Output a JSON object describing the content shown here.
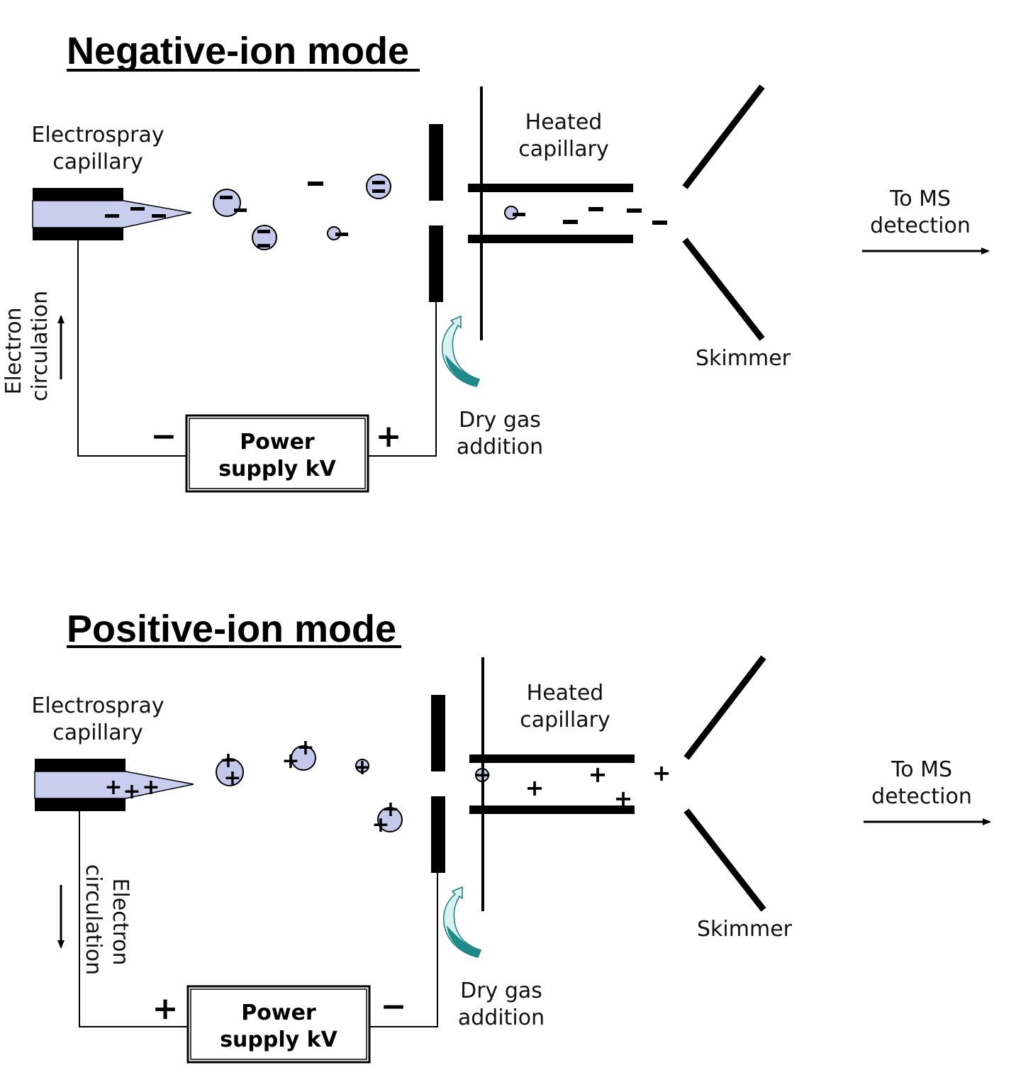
{
  "colors": {
    "liquid": "#c9cdee",
    "droplet": "#c4c8ea",
    "gas_arrow_dark": "#1f8a8a",
    "gas_arrow_light": "#d8f2f2"
  },
  "panels": [
    {
      "title": "Negative-ion mode",
      "labels": {
        "emitter": [
          "Electrospray",
          "capillary"
        ],
        "heated": [
          "Heated",
          "capillary"
        ],
        "ms": [
          "To MS",
          "detection"
        ],
        "skimmer": "Skimmer",
        "gas": [
          "Dry gas",
          "addition"
        ],
        "circulation": [
          "Electron",
          "circulation"
        ],
        "supply": [
          "Power",
          "supply kV"
        ]
      },
      "supply_signs": {
        "left": "−",
        "right": "+"
      },
      "charge_sign": "−"
    },
    {
      "title": "Positive-ion mode",
      "labels": {
        "emitter": [
          "Electrospray",
          "capillary"
        ],
        "heated": [
          "Heated",
          "capillary"
        ],
        "ms": [
          "To MS",
          "detection"
        ],
        "skimmer": "Skimmer",
        "gas": [
          "Dry gas",
          "addition"
        ],
        "circulation": [
          "Electron",
          "circulation"
        ],
        "supply": [
          "Power",
          "supply kV"
        ]
      },
      "supply_signs": {
        "left": "+",
        "right": "−"
      },
      "charge_sign": "+"
    }
  ]
}
